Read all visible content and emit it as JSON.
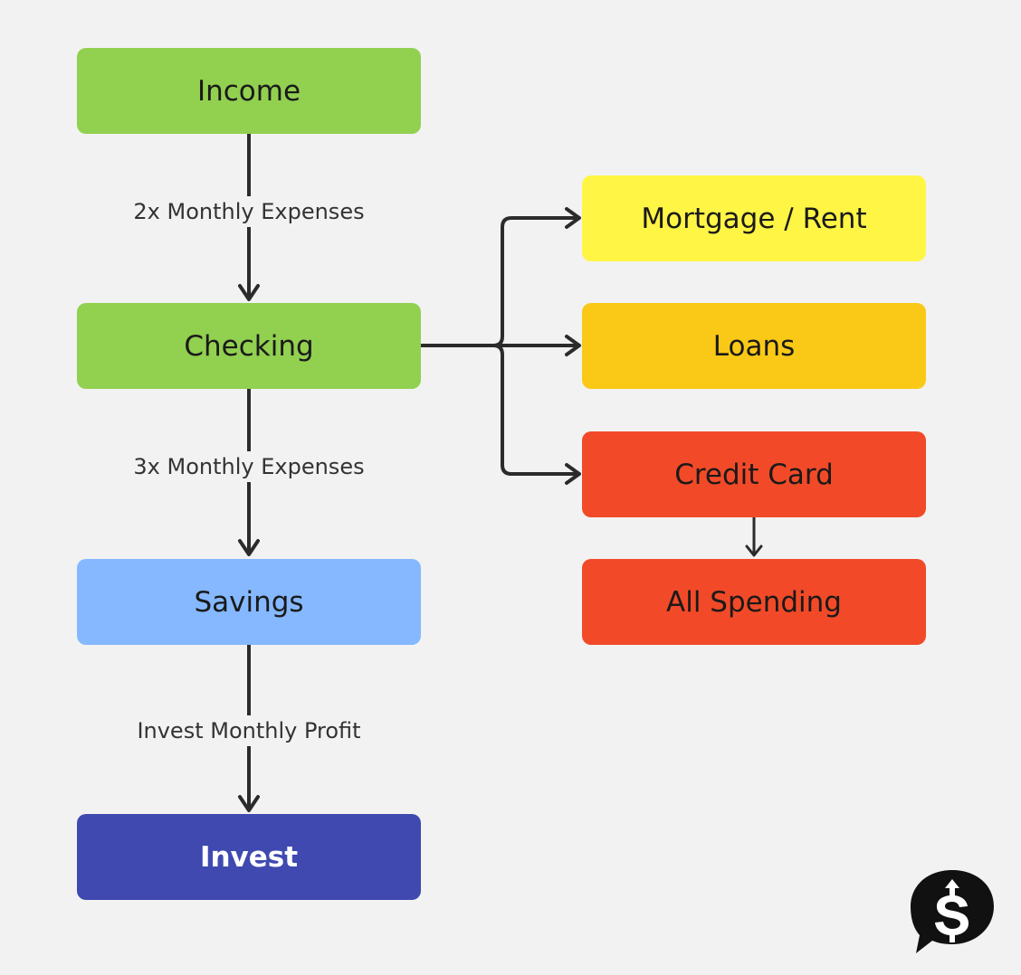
{
  "nodes": {
    "income": {
      "label": "Income",
      "color": "#92d050"
    },
    "checking": {
      "label": "Checking",
      "color": "#92d050"
    },
    "savings": {
      "label": "Savings",
      "color": "#85b8ff"
    },
    "invest": {
      "label": "Invest",
      "color": "#3f49b0",
      "text_color": "#ffffff"
    },
    "mortgage": {
      "label": "Mortgage / Rent",
      "color": "#fff545"
    },
    "loans": {
      "label": "Loans",
      "color": "#fac917"
    },
    "credit_card": {
      "label": "Credit Card",
      "color": "#f24a28"
    },
    "all_spending": {
      "label": "All Spending",
      "color": "#f24a28"
    }
  },
  "edges": {
    "income_to_checking": "2x Monthly Expenses",
    "checking_to_savings": "3x Monthly Expenses",
    "savings_to_invest": "Invest Monthly Profit"
  },
  "logo": {
    "icon": "dollar-speech-bubble-icon"
  }
}
